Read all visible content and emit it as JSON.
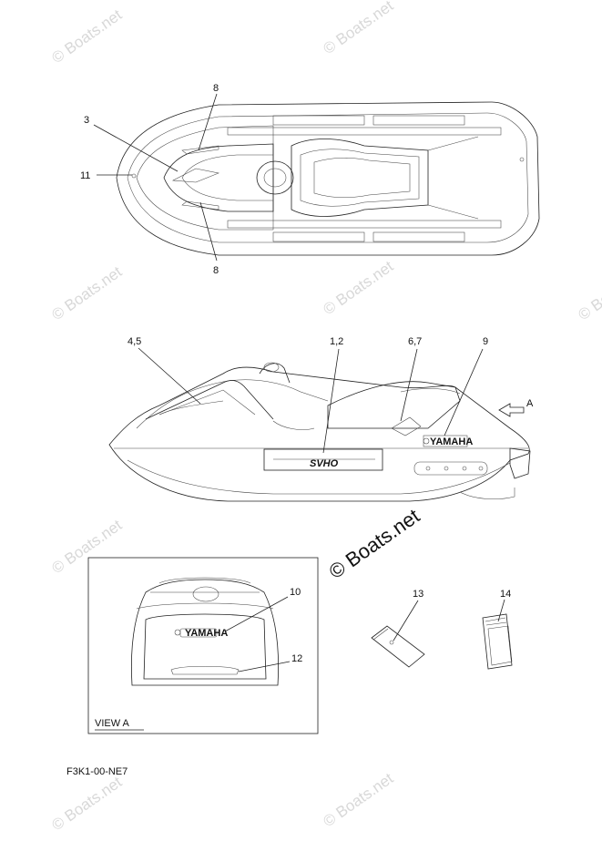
{
  "watermark": "© Boats.net",
  "watermark_main": "© Boats.net",
  "callouts": {
    "top_3": "3",
    "top_8_upper": "8",
    "top_11": "11",
    "top_8_lower": "8",
    "side_4_5": "4,5",
    "side_1_2": "1,2",
    "side_6_7": "6,7",
    "side_9": "9",
    "side_a": "A",
    "view_10": "10",
    "view_12": "12",
    "part_13": "13",
    "part_14": "14"
  },
  "view_a_label": "VIEW A",
  "decal_brand": "YAMAHA",
  "decal_model": "SVHO",
  "footer_code": "F3K1-00-NE7"
}
